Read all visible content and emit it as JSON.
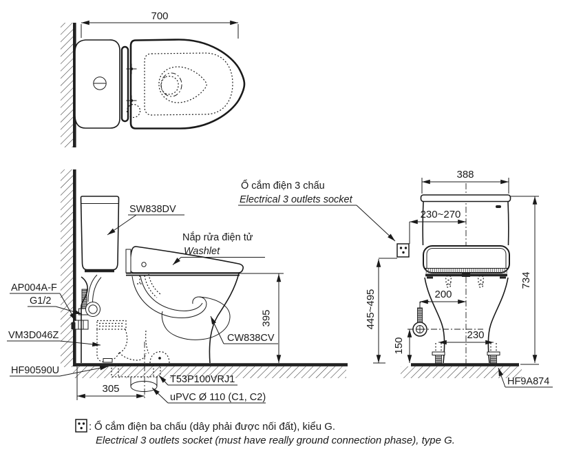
{
  "colors": {
    "line": "#1a1a1a",
    "heavy": "#222222",
    "bg": "#ffffff"
  },
  "views": {
    "plan": {
      "dim_length": "700"
    },
    "side": {
      "dim_height": "395",
      "dim_drain": "305",
      "tank_model": "SW838DV",
      "washlet_label_vi": "Nắp rửa điện tử",
      "washlet_label_en": "Washlet",
      "supply_valve": "AP004A-F",
      "thread_size": "G1/2",
      "connector": "VM3D046Z",
      "floor_flange": "HF90590U",
      "bowl_model": "CW838CV",
      "drain_joint": "T53P100VRJ1",
      "drain_pipe": "uPVC Ø 110 (C1, C2)"
    },
    "front": {
      "dim_width": "388",
      "dim_socket_offset": "230~270",
      "dim_height": "734",
      "dim_socket_height": "445~495",
      "dim_valve_offset": "200",
      "dim_valve_height": "150",
      "dim_bolt_spacing": "230",
      "bolt_kit": "HF9A874"
    },
    "socket_callout": {
      "vi": "Ổ cắm điện 3 chấu",
      "en": "Electrical 3 outlets socket"
    }
  },
  "note": {
    "colon": ":",
    "vi": "Ổ cắm điện ba chấu (dây phải được nối đất), kiểu G.",
    "en": "Electrical 3 outlets socket (must have really ground connection phase), type G."
  }
}
